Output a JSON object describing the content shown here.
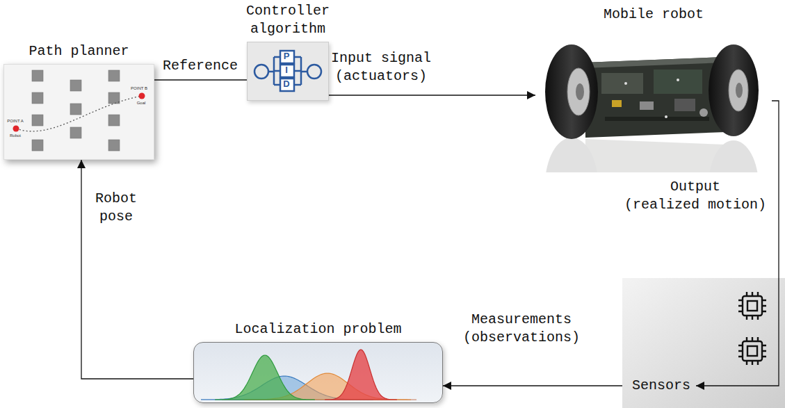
{
  "diagram": {
    "nodes": [
      {
        "text": [
          "Path planner"
        ]
      },
      {
        "text": [
          "Controller algorithm"
        ]
      },
      {
        "text": [
          "Mobile robot"
        ]
      },
      {
        "text": [
          "Sensors"
        ]
      },
      {
        "text": [
          "Localization problem"
        ]
      }
    ],
    "edges": [
      {
        "from": 0,
        "to": 1,
        "arrow": "none",
        "label": "Reference"
      },
      {
        "from": 1,
        "to": 2,
        "arrow": "to",
        "label": "Input signal (actuators)"
      },
      {
        "from": 2,
        "to": 3,
        "arrow": "to",
        "label": "Output (realized motion)"
      },
      {
        "from": 3,
        "to": 4,
        "arrow": "to",
        "label": "Measurements (observations)"
      },
      {
        "from": 4,
        "to": 0,
        "arrow": "to",
        "label": "Robot pose"
      }
    ],
    "labels": [
      "POINT A",
      "Robot",
      "POINT B",
      "Goal",
      "P",
      "I",
      "D"
    ]
  }
}
